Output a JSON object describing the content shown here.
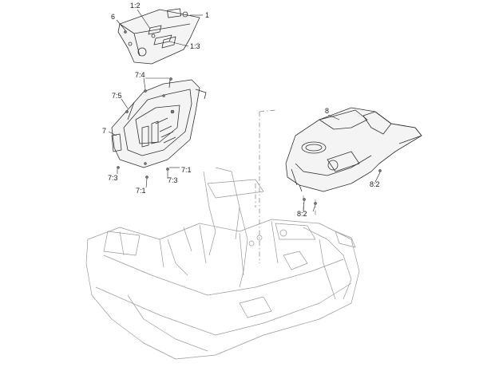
{
  "callouts": {
    "c1": "1",
    "c1_2": "1:2",
    "c1_3": "1:3",
    "c6": "6",
    "c7_4": "7:4",
    "c7_5": "7:5",
    "c7": "7",
    "c7_3a": "7:3",
    "c7_3b": "7:3",
    "c7_1a": "7:1",
    "c7_1b": "7:1",
    "c8": "8",
    "c8_2a": "8:2",
    "c8_2b": "8:2"
  }
}
